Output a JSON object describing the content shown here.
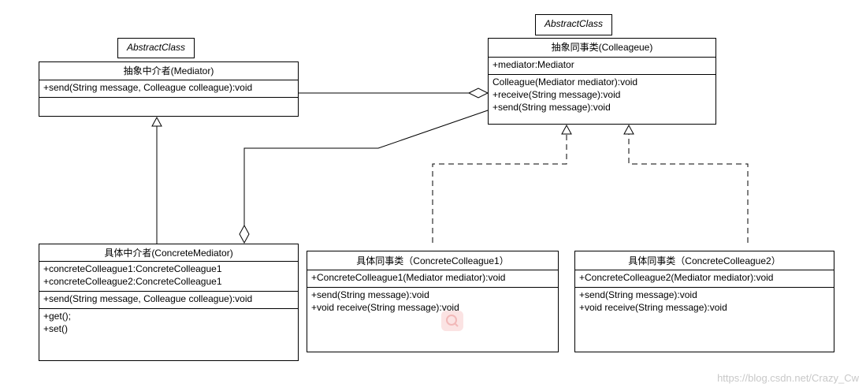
{
  "abstract_mediator": {
    "stereotype": "AbstractClass",
    "title": "抽象中介者(Mediator)",
    "attributes": [],
    "methods": [
      "+send(String message, Colleague colleague):void"
    ]
  },
  "abstract_colleague": {
    "stereotype": "AbstractClass",
    "title": "抽象同事类(Colleageue)",
    "attributes": [
      "+mediator:Mediator"
    ],
    "methods": [
      "Colleague(Mediator mediator):void",
      "+receive(String message):void",
      "+send(String message):void"
    ]
  },
  "concrete_mediator": {
    "title": "具体中介者(ConcreteMediator)",
    "attributes": [
      "+concreteColleague1:ConcreteColleague1",
      "+concreteColleague2:ConcreteColleague1"
    ],
    "methods": [
      "+send(String message, Colleague colleague):void"
    ],
    "extra": [
      "+get();",
      "+set()"
    ]
  },
  "concrete_colleague1": {
    "title": "具体同事类（ConcreteColleague1）",
    "attributes": [
      "+ConcreteColleague1(Mediator mediator):void"
    ],
    "methods": [
      "+send(String message):void",
      "+void receive(String message):void"
    ]
  },
  "concrete_colleague2": {
    "title": "具体同事类（ConcreteColleague2）",
    "attributes": [
      "+ConcreteColleague2(Mediator mediator):void"
    ],
    "methods": [
      "+send(String message):void",
      "+void receive(String message):void"
    ]
  },
  "watermark": "https://blog.csdn.net/Crazy_Cw",
  "icons": [
    "search-icon"
  ]
}
